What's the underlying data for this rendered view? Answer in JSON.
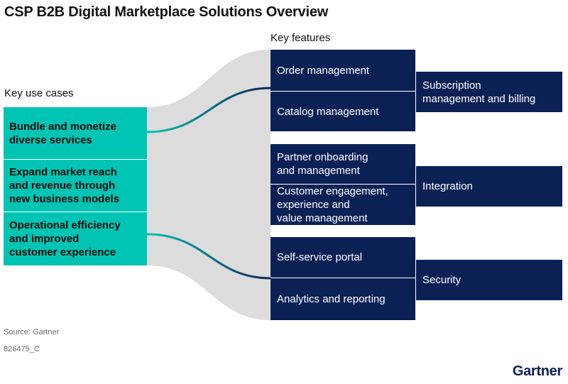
{
  "title": "CSP B2B Digital Marketplace Solutions Overview",
  "labels": {
    "key_features": "Key features",
    "key_use_cases": "Key use cases"
  },
  "use_cases": [
    "Bundle and monetize\ndiverse services",
    "Expand market reach\nand revenue through\nnew business models",
    "Operational efficiency\nand improved\ncustomer experience"
  ],
  "features": {
    "group1": [
      "Order management",
      "Catalog management"
    ],
    "group1_outcome": "Subscription\nmanagement and billing",
    "group2": [
      "Partner onboarding\nand management",
      "Customer engagement,\nexperience and\nvalue management"
    ],
    "group2_outcome": "Integration",
    "group3": [
      "Self-service portal",
      "Analytics and reporting"
    ],
    "group3_outcome": "Security"
  },
  "footer": {
    "source": "Source: Gartner",
    "id": "826475_C",
    "logo": "Gartner"
  },
  "colors": {
    "teal": "#00c4b3",
    "navy": "#0b2155",
    "ribbon": "#dcdcdc"
  }
}
